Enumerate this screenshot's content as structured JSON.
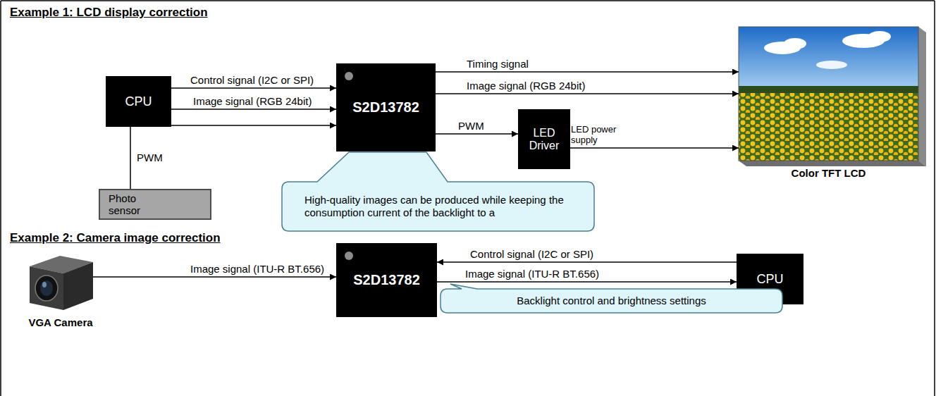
{
  "diagram": {
    "nodes": [
      {
        "text": [
          "CPU"
        ]
      },
      {
        "text": [
          "S2D13782"
        ]
      },
      {
        "text": [
          "Photo sensor"
        ]
      },
      {
        "text": [
          "LED Driver"
        ]
      },
      {
        "text": [
          "Color TFT LCD"
        ]
      },
      {
        "text": [
          "High-quality images can be produced while keeping the consumption current of the backlight to a"
        ]
      },
      {
        "text": [
          "VGA Camera"
        ]
      },
      {
        "text": [
          "S2D13782"
        ]
      },
      {
        "text": [
          "CPU"
        ]
      },
      {
        "text": [
          "Backlight control and brightness settings"
        ]
      }
    ],
    "edges": [
      {
        "from": 0,
        "to": 1,
        "label": "Control signal (I2C or SPI)",
        "arrow": "to"
      },
      {
        "from": 0,
        "to": 1,
        "label": "Image signal (RGB 24bit)",
        "arrow": "to"
      },
      {
        "from": 2,
        "to": 1,
        "label": "PWM",
        "arrow": "to"
      },
      {
        "from": 1,
        "to": 4,
        "label": "Timing signal",
        "arrow": "to"
      },
      {
        "from": 1,
        "to": 4,
        "label": "Image signal (RGB 24bit)",
        "arrow": "to"
      },
      {
        "from": 1,
        "to": 3,
        "label": "PWM",
        "arrow": "to"
      },
      {
        "from": 3,
        "to": 4,
        "label": "LED power supply",
        "arrow": "to"
      },
      {
        "from": 6,
        "to": 7,
        "label": "Image signal (ITU-R BT.656)",
        "arrow": "to"
      },
      {
        "from": 8,
        "to": 7,
        "label": "Control signal (I2C or SPI)",
        "arrow": "to"
      },
      {
        "from": 7,
        "to": 8,
        "label": "Image signal (ITU-R BT.656)",
        "arrow": "to"
      }
    ],
    "labels": [
      "Example 1: LCD display correction",
      "Example 2: Camera image correction"
    ]
  }
}
